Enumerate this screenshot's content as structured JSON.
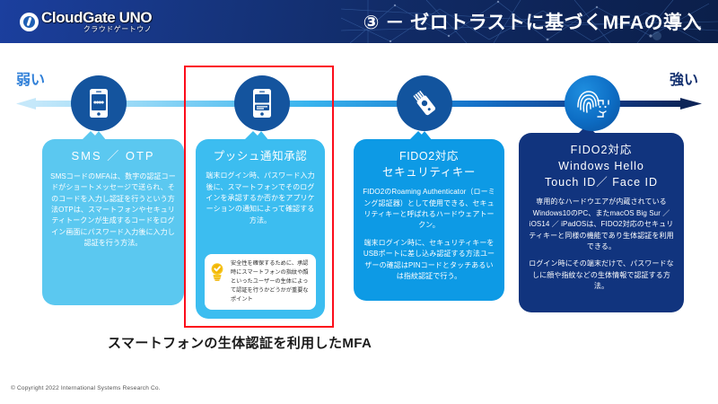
{
  "header": {
    "logo_main": "CloudGate UNO",
    "logo_sub": "クラウドゲートウノ",
    "logo_icon": "cloudgate-circle-logo-icon",
    "title": "③ － ゼロトラストに基づくMFAの導入",
    "background_color": "#12306f"
  },
  "axis": {
    "left_label": "弱い",
    "right_label": "強い",
    "left_label_color": "#2f7fd8",
    "right_label_color": "#13306f",
    "direction": "weak-to-strong",
    "gradient_from": "#bfe6f9",
    "gradient_to": "#0d2a6b"
  },
  "nodes": [
    {
      "icon": "smartphone-passcode-icon",
      "color": "#14549e"
    },
    {
      "icon": "smartphone-push-notification-icon",
      "color": "#14549e"
    },
    {
      "icon": "usb-security-key-icon",
      "color": "#12549e"
    },
    {
      "icon": "fingerprint-face-id-icon",
      "color": "#0d6dc4"
    }
  ],
  "cards": [
    {
      "id": "sms-otp",
      "title": "SMS ／ OTP",
      "color": "#5bc8f0",
      "paragraphs": [
        "SMSコードのMFAは、数字の認証コードがショートメッセージで送られ、そのコードを入力し認証を行うという方法OTPは、スマートフォンやセキュリティトークンが生成するコードをログイン画面にパスワード入力後に入力し認証を行う方法。"
      ]
    },
    {
      "id": "push-approval",
      "title": "プッシュ通知承認",
      "color": "#3cbdf0",
      "paragraphs": [
        "端末ログイン時、パスワード入力後に、スマートフォンでそのログインを承認するか否かをアプリケーションの通知によって確認する方法。"
      ],
      "callout": {
        "icon": "lightbulb-check-icon",
        "text": "安全性を確保するために、承認時にスマートフォンの指紋や顔といったユーザーの生体によって認証を行うかどうかが重要なポイント"
      },
      "highlighted": true,
      "highlight_color": "#fc0d1b"
    },
    {
      "id": "fido2-security-key",
      "title": "FIDO2対応\nセキュリティキー",
      "color": "#0d9ae5",
      "paragraphs": [
        "FIDO2のRoaming Authenticator（ローミング認証器）として使用できる、セキュリティキーと呼ばれるハードウェアトークン。",
        "端末ログイン時に、セキュリティキーをUSBポートに差し込み認証する方法ユーザーの確認はPINコードとタッチあるいは指紋認証で行う。"
      ]
    },
    {
      "id": "fido2-windows-hello",
      "title": "FIDO2対応\nWindows Hello\nTouch ID／ Face ID",
      "color": "#11347e",
      "paragraphs": [
        "専用的なハードウエアが内蔵されているWindows10のPC、またmacOS Big Sur ／ iOS14 ／ iPadOSは、FIDO2対応のセキュリティキーと同様の機能であり生体認証を利用できる。",
        "ログイン時にその端末だけで、パスワードなしに顔や指紋などの生体情報で認証する方法。"
      ]
    }
  ],
  "caption": "スマートフォンの生体認証を利用したMFA",
  "copyright": "© Copyright 2022 International Systems Research Co."
}
